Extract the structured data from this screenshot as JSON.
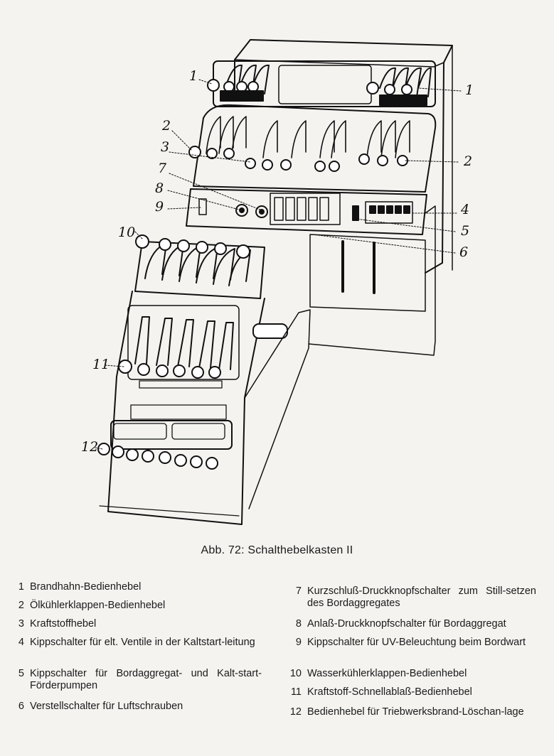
{
  "figure": {
    "callouts": [
      {
        "id": "c1a",
        "label": "1"
      },
      {
        "id": "c1b",
        "label": "1"
      },
      {
        "id": "c2a",
        "label": "2"
      },
      {
        "id": "c2b",
        "label": "2"
      },
      {
        "id": "c3",
        "label": "3"
      },
      {
        "id": "c4",
        "label": "4"
      },
      {
        "id": "c5",
        "label": "5"
      },
      {
        "id": "c6",
        "label": "6"
      },
      {
        "id": "c7",
        "label": "7"
      },
      {
        "id": "c8",
        "label": "8"
      },
      {
        "id": "c9",
        "label": "9"
      },
      {
        "id": "c10",
        "label": "10"
      },
      {
        "id": "c11",
        "label": "11"
      },
      {
        "id": "c12",
        "label": "12"
      }
    ]
  },
  "caption": "Abb. 72: Schalthebelkasten II",
  "legend": {
    "left": [
      {
        "num": "1",
        "text": "Brandhahn-Bedienhebel"
      },
      {
        "num": "2",
        "text": "Ölkühlerklappen-Bedienhebel"
      },
      {
        "num": "3",
        "text": "Kraftstoffhebel"
      },
      {
        "num": "4",
        "text": "Kippschalter für elt. Ventile in der Kaltstart-leitung"
      },
      {
        "num": "5",
        "text": "Kippschalter für Bordaggregat- und Kalt-start-Förderpumpen"
      },
      {
        "num": "6",
        "text": "Verstellschalter für Luftschrauben"
      }
    ],
    "right": [
      {
        "num": "7",
        "text": "Kurzschluß-Druckknopfschalter zum Still-setzen des Bordaggregates"
      },
      {
        "num": "8",
        "text": "Anlaß-Druckknopfschalter für Bordaggregat"
      },
      {
        "num": "9",
        "text": "Kippschalter für UV-Beleuchtung beim Bordwart"
      },
      {
        "num": "10",
        "text": "Wasserkühlerklappen-Bedienhebel"
      },
      {
        "num": "11",
        "text": "Kraftstoff-Schnellablaß-Bedienhebel"
      },
      {
        "num": "12",
        "text": "Bedienhebel für Triebwerksbrand-Löschan-lage"
      }
    ]
  }
}
